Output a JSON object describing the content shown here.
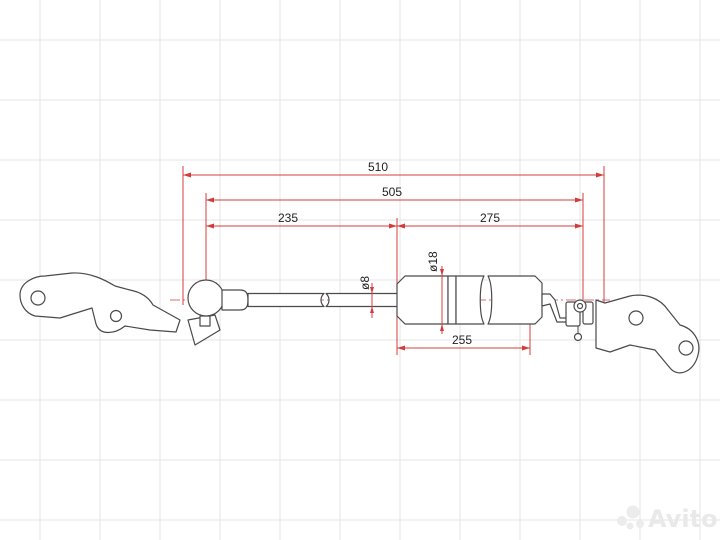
{
  "dimensions": {
    "total_length": "510",
    "eye_to_eye": "505",
    "rod_section": "235",
    "body_section": "275",
    "body_length": "255",
    "rod_diameter": "ø8",
    "body_diameter": "ø18"
  },
  "watermark": {
    "brand": "Avito",
    "icon": "avito-logo-icon"
  },
  "colors": {
    "dimension_line": "#d43c3c",
    "outline": "#4a4a4a",
    "grid": "#e4e4e4"
  }
}
